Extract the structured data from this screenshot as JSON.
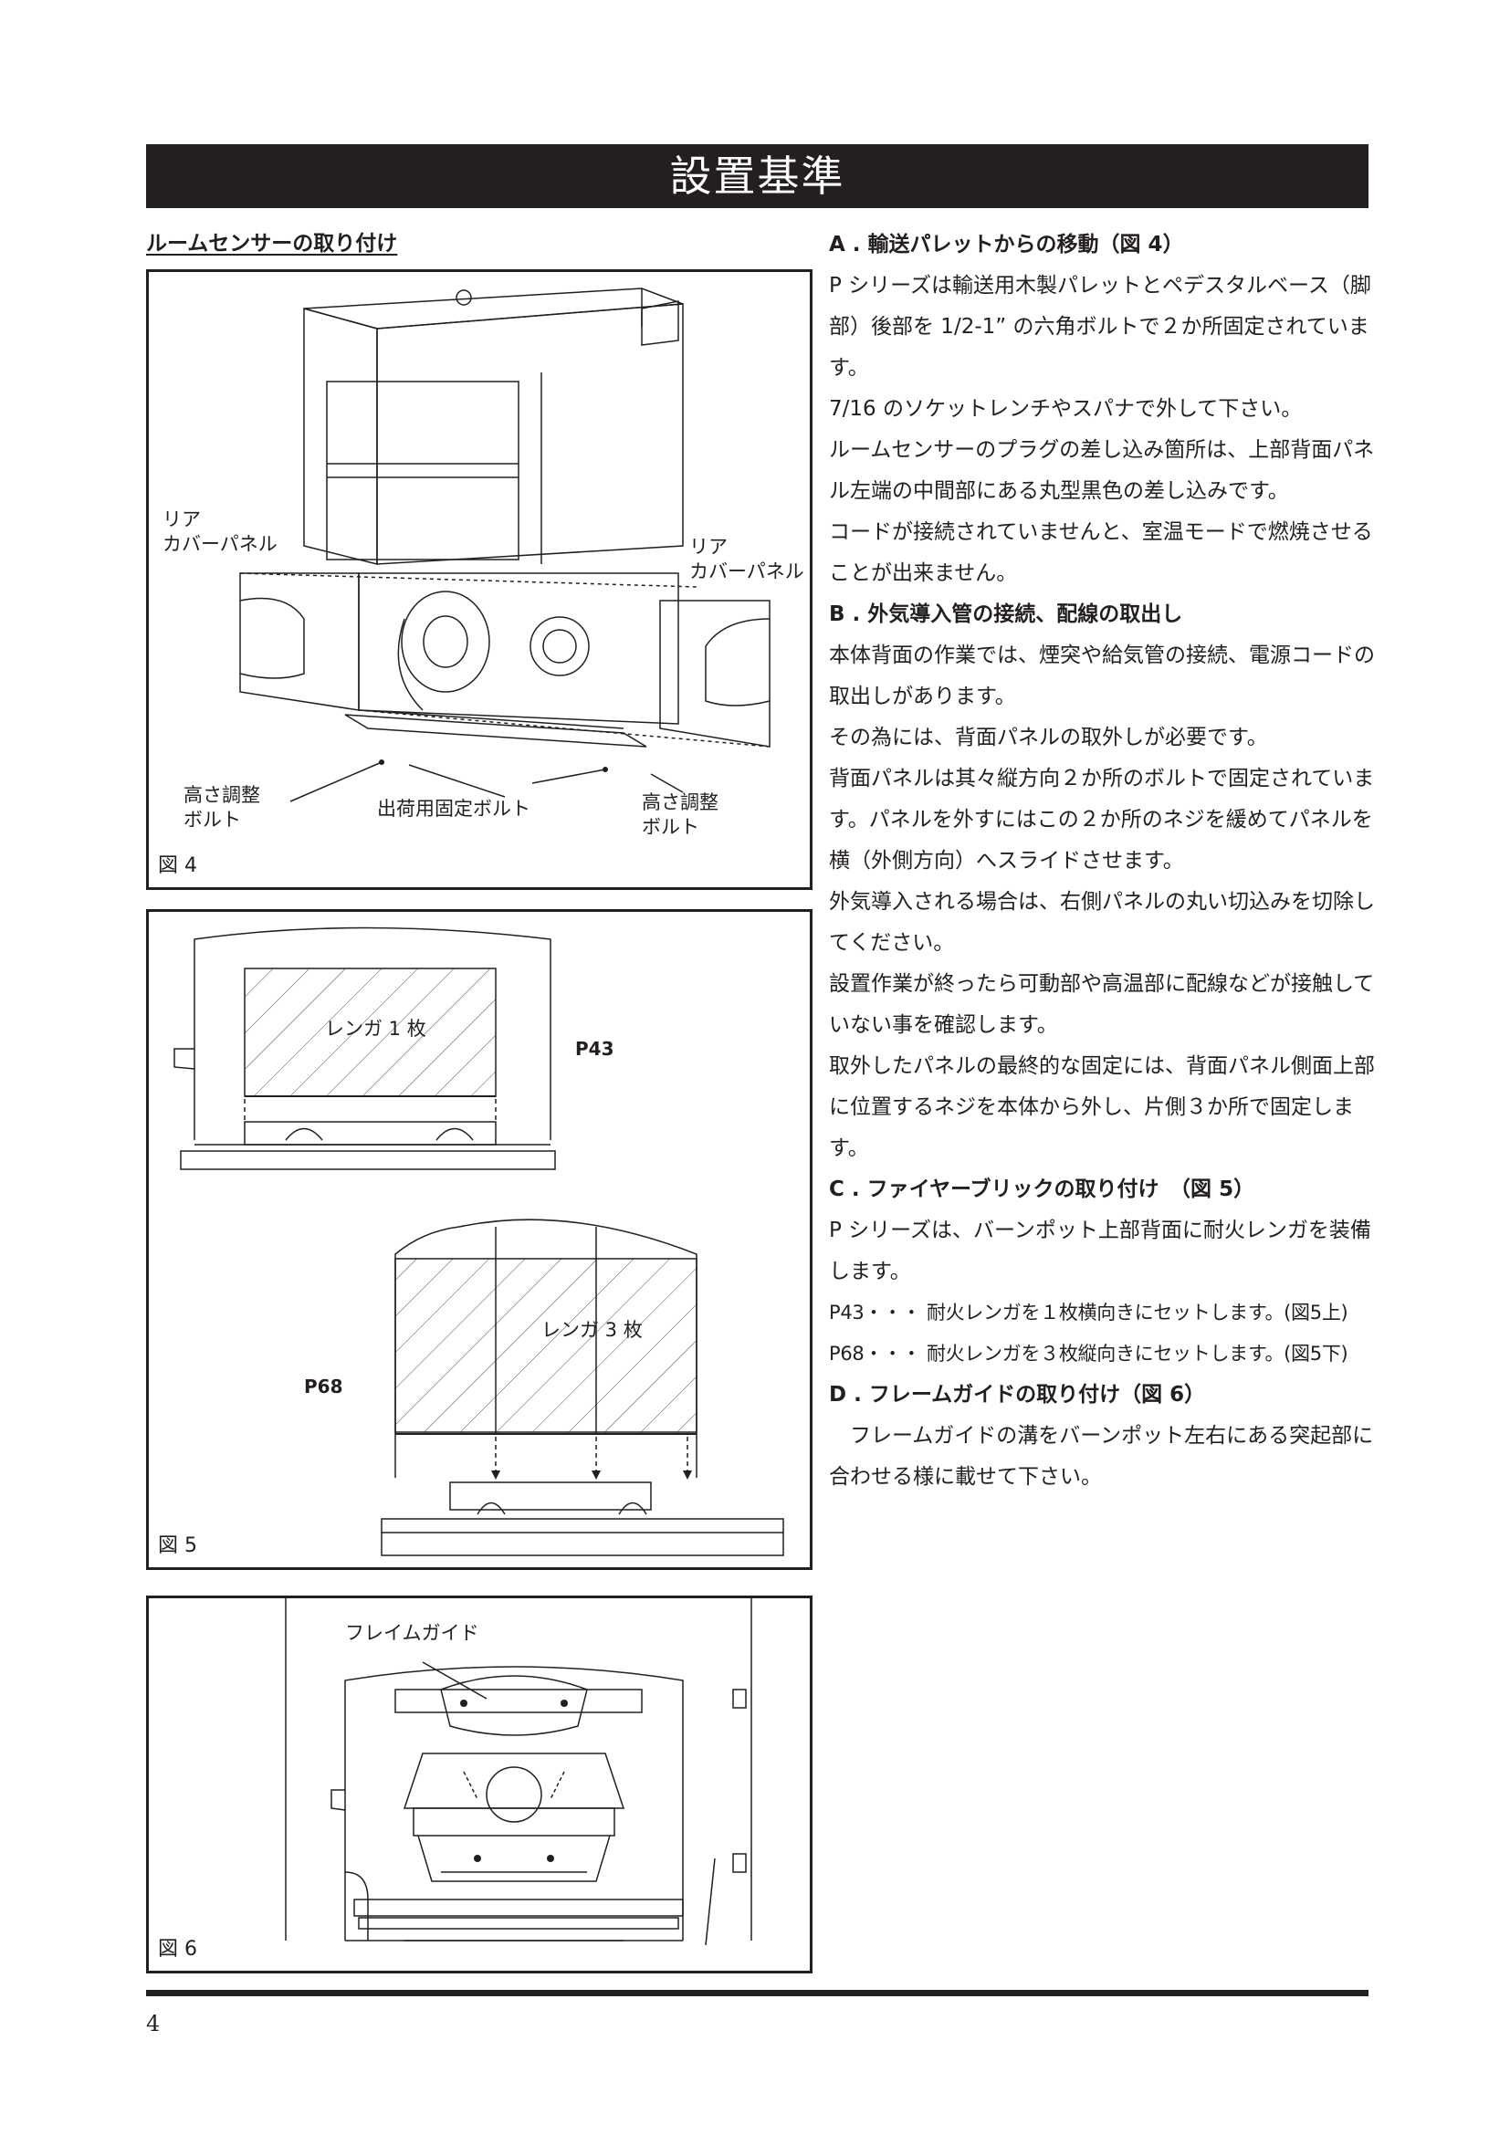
{
  "header": {
    "title": "設置基準"
  },
  "section": {
    "heading": "ルームセンサーの取り付け"
  },
  "fig4": {
    "label": "図 4",
    "rear_cover_left": "リア\nカバーパネル",
    "rear_cover_right": "リア\nカバーパネル",
    "adjust_bolt_left": "高さ調整\nボルト",
    "shipping_bolt": "出荷用固定ボルト",
    "adjust_bolt_right": "高さ調整\nボルト"
  },
  "fig5": {
    "label": "図 5",
    "brick_one": "レンガ 1 枚",
    "brick_three": "レンガ 3 枚",
    "model_p43": "P43",
    "model_p68": "P68"
  },
  "fig6": {
    "label": "図 6",
    "flame_guide": "フレイムガイド"
  },
  "text": {
    "a_heading": "A . 輸送パレットからの移動（図 4）",
    "a_p1": "P シリーズは輸送用木製パレットとペデスタルベース（脚部）後部を 1/2-1” の六角ボルトで２か所固定されています。",
    "a_p2": "7/16 のソケットレンチやスパナで外して下さい。",
    "a_p3": "ルームセンサーのプラグの差し込み箇所は、上部背面パネル左端の中間部にある丸型黒色の差し込みです。",
    "a_p4": "コードが接続されていませんと、室温モードで燃焼させることが出来ません。",
    "b_heading": "B . 外気導入管の接続、配線の取出し",
    "b_p1": "本体背面の作業では、煙突や給気管の接続、電源コードの取出しがあります。",
    "b_p2": "その為には、背面パネルの取外しが必要です。",
    "b_p3": "背面パネルは其々縦方向２か所のボルトで固定されています。パネルを外すにはこの２か所のネジを緩めてパネルを横（外側方向）へスライドさせます。",
    "b_p4": "外気導入される場合は、右側パネルの丸い切込みを切除してください。",
    "b_p5": "設置作業が終ったら可動部や高温部に配線などが接触していない事を確認します。",
    "b_p6": "取外したパネルの最終的な固定には、背面パネル側面上部に位置するネジを本体から外し、片側３か所で固定します。",
    "c_heading": "C . ファイヤーブリックの取り付け　（図 5）",
    "c_p1": "P シリーズは、バーンポット上部背面に耐火レンガを装備します。",
    "c_p2": "P43・・・ 耐火レンガを１枚横向きにセットします。(図5上)",
    "c_p3": "P68・・・ 耐火レンガを３枚縦向きにセットします。(図5下)",
    "d_heading": "D . フレームガイドの取り付け（図 6）",
    "d_p1": "フレームガイドの溝をバーンポット左右にある突起部に合わせる様に載せて下さい。"
  },
  "footer": {
    "page_number": "4"
  }
}
